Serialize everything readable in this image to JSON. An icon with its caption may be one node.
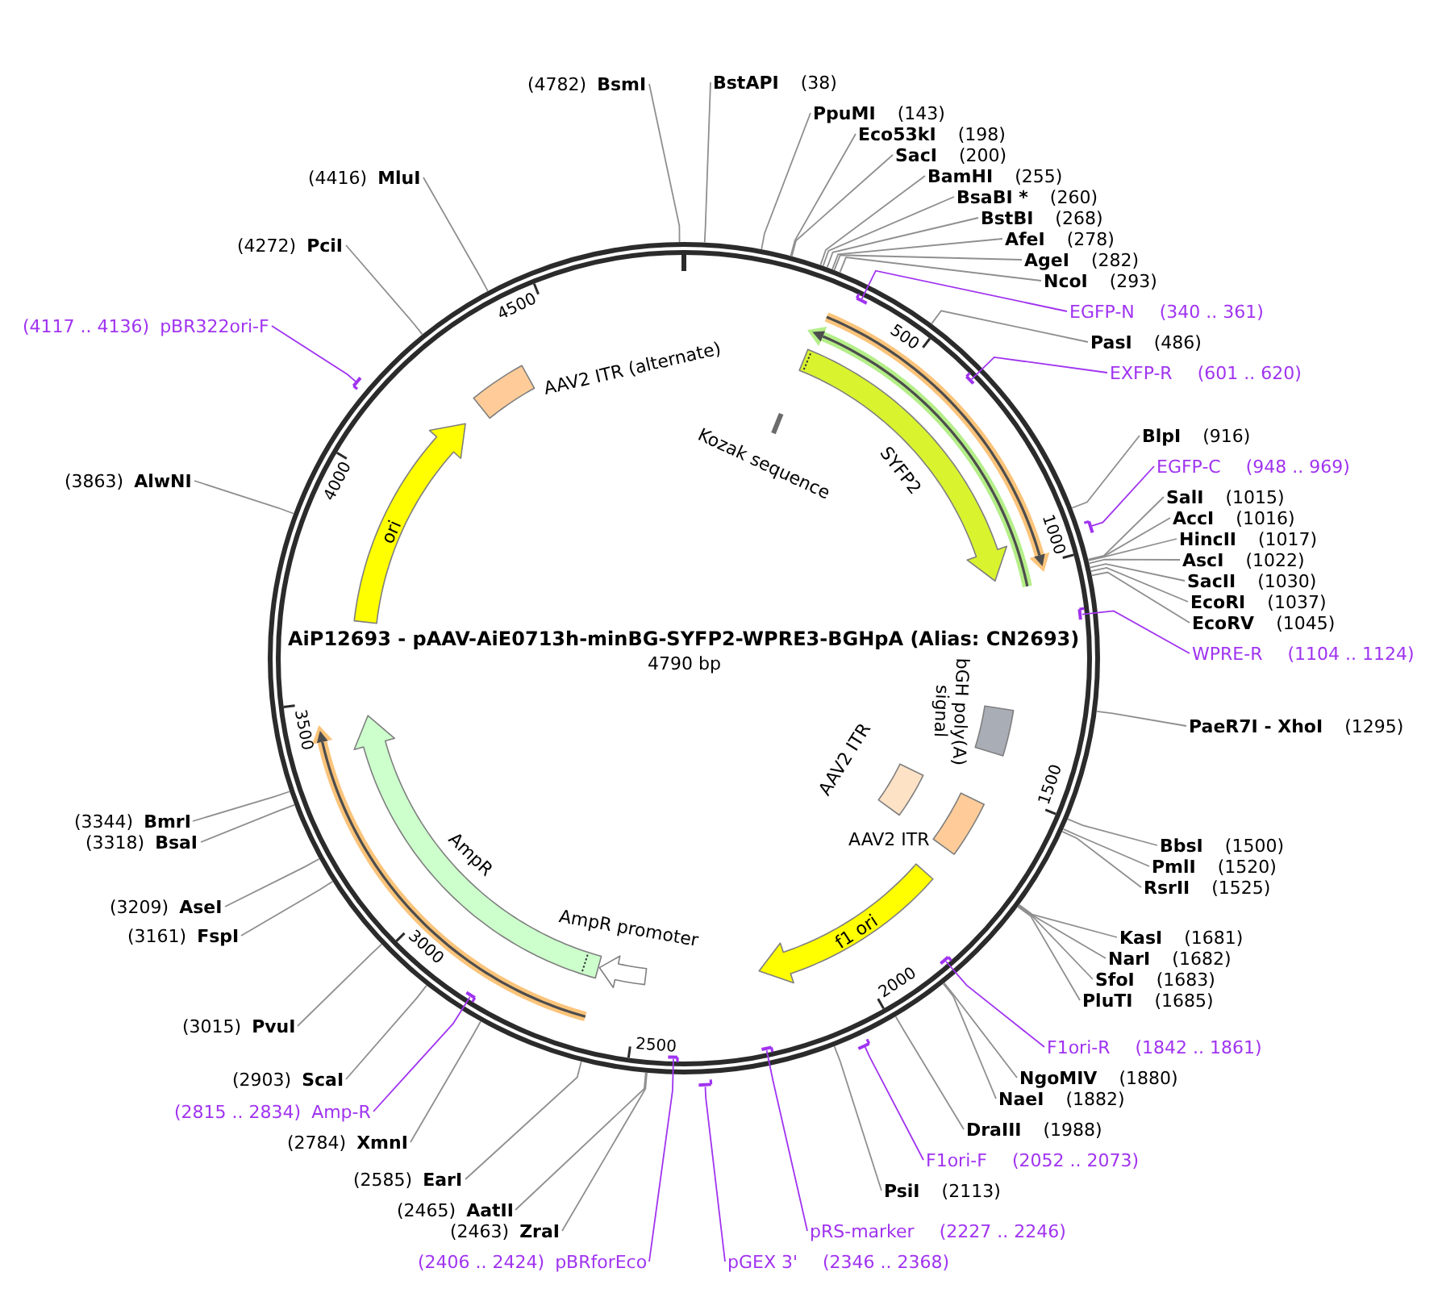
{
  "diagram": {
    "title": "AiP12693 - pAAV-AiE0713h-minBG-SYFP2-WPRE3-BGHpA (Alias: CN2693)",
    "nodes": [
      {
        "text": [],
        "shape": "circle"
      },
      {
        "text": [
          "Kozak sequence"
        ],
        "in": 0
      },
      {
        "text": [
          "SYFP2"
        ],
        "in": 0
      },
      {
        "text": [
          "bGH poly(A) signal"
        ],
        "in": 0
      },
      {
        "text": [
          "AAV2 ITR"
        ],
        "in": 0
      },
      {
        "text": [
          "AAV2 ITR"
        ],
        "in": 0
      },
      {
        "text": [
          "f1 ori"
        ],
        "in": 0
      },
      {
        "text": [
          "AmpR promoter"
        ],
        "in": 0
      },
      {
        "text": [
          "AmpR"
        ],
        "in": 0
      },
      {
        "text": [
          "ori"
        ],
        "in": 0
      },
      {
        "text": [
          "AAV2 ITR (alternate)"
        ],
        "in": 0
      },
      {
        "text": [
          "BstAPI",
          "(38)"
        ]
      },
      {
        "text": [
          "PpuMI",
          "(143)"
        ]
      },
      {
        "text": [
          "Eco53kI",
          "(198)"
        ]
      },
      {
        "text": [
          "SacI",
          "(200)"
        ]
      },
      {
        "text": [
          "BamHI",
          "(255)"
        ]
      },
      {
        "text": [
          "BsaBI *",
          "(260)"
        ]
      },
      {
        "text": [
          "BstBI",
          "(268)"
        ]
      },
      {
        "text": [
          "AfeI",
          "(278)"
        ]
      },
      {
        "text": [
          "AgeI",
          "(282)"
        ]
      },
      {
        "text": [
          "NcoI",
          "(293)"
        ]
      },
      {
        "text": [
          "EGFP-N",
          "(340 .. 361)"
        ]
      },
      {
        "text": [
          "PasI",
          "(486)"
        ]
      },
      {
        "text": [
          "EXFP-R",
          "(601 .. 620)"
        ]
      },
      {
        "text": [
          "BlpI",
          "(916)"
        ]
      },
      {
        "text": [
          "EGFP-C",
          "(948 .. 969)"
        ]
      },
      {
        "text": [
          "SalI",
          "(1015)"
        ]
      },
      {
        "text": [
          "AccI",
          "(1016)"
        ]
      },
      {
        "text": [
          "HincII",
          "(1017)"
        ]
      },
      {
        "text": [
          "AscI",
          "(1022)"
        ]
      },
      {
        "text": [
          "SacII",
          "(1030)"
        ]
      },
      {
        "text": [
          "EcoRI",
          "(1037)"
        ]
      },
      {
        "text": [
          "EcoRV",
          "(1045)"
        ]
      },
      {
        "text": [
          "WPRE-R",
          "(1104 .. 1124)"
        ]
      },
      {
        "text": [
          "PaeR7I - XhoI",
          "(1295)"
        ]
      },
      {
        "text": [
          "BbsI",
          "(1500)"
        ]
      },
      {
        "text": [
          "PmlI",
          "(1520)"
        ]
      },
      {
        "text": [
          "RsrII",
          "(1525)"
        ]
      },
      {
        "text": [
          "KasI",
          "(1681)"
        ]
      },
      {
        "text": [
          "NarI",
          "(1682)"
        ]
      },
      {
        "text": [
          "SfoI",
          "(1683)"
        ]
      },
      {
        "text": [
          "PluTI",
          "(1685)"
        ]
      },
      {
        "text": [
          "F1ori-R",
          "(1842 .. 1861)"
        ]
      },
      {
        "text": [
          "NgoMIV",
          "(1880)"
        ]
      },
      {
        "text": [
          "NaeI",
          "(1882)"
        ]
      },
      {
        "text": [
          "DraIII",
          "(1988)"
        ]
      },
      {
        "text": [
          "F1ori-F",
          "(2052 .. 2073)"
        ]
      },
      {
        "text": [
          "PsiI",
          "(2113)"
        ]
      },
      {
        "text": [
          "pRS-marker",
          "(2227 .. 2246)"
        ]
      },
      {
        "text": [
          "pGEX 3'",
          "(2346 .. 2368)"
        ]
      },
      {
        "text": [
          "(2406 .. 2424)",
          "pBRforEco"
        ]
      },
      {
        "text": [
          "(2463)",
          "ZraI"
        ]
      },
      {
        "text": [
          "(2465)",
          "AatII"
        ]
      },
      {
        "text": [
          "(2585)",
          "EarI"
        ]
      },
      {
        "text": [
          "(2784)",
          "XmnI"
        ]
      },
      {
        "text": [
          "(2815 .. 2834)",
          "Amp-R"
        ]
      },
      {
        "text": [
          "(2903)",
          "ScaI"
        ]
      },
      {
        "text": [
          "(3015)",
          "PvuI"
        ]
      },
      {
        "text": [
          "(3161)",
          "FspI"
        ]
      },
      {
        "text": [
          "(3209)",
          "AseI"
        ]
      },
      {
        "text": [
          "(3318)",
          "BsaI"
        ]
      },
      {
        "text": [
          "(3344)",
          "BmrI"
        ]
      },
      {
        "text": [
          "(3863)",
          "AlwNI"
        ]
      },
      {
        "text": [
          "(4117 .. 4136)",
          "pBR322ori-F"
        ]
      },
      {
        "text": [
          "(4272)",
          "PciI"
        ]
      },
      {
        "text": [
          "(4416)",
          "MluI"
        ]
      },
      {
        "text": [
          "(4782)",
          "BsmI"
        ]
      },
      {
        "text": [],
        "shape": "bar",
        "in": 0
      },
      {
        "text": [],
        "shape": "bar",
        "in": 0
      },
      {
        "text": [],
        "shape": "bar",
        "in": 0
      },
      {
        "text": [],
        "shape": "bar",
        "in": 0
      },
      {
        "text": [],
        "shape": "bar",
        "in": 0
      },
      {
        "text": [],
        "shape": "bar",
        "in": 0
      },
      {
        "text": [],
        "shape": "bar",
        "in": 0
      },
      {
        "text": [],
        "shape": "bar"
      },
      {
        "text": [],
        "shape": "bar",
        "in": 0
      },
      {
        "text": [],
        "shape": "bar",
        "in": 0
      },
      {
        "text": [],
        "shape": "bar",
        "in": 0
      }
    ],
    "edges": [
      {
        "from": 11,
        "to": 0,
        "arrow": "none"
      },
      {
        "from": 12,
        "to": 0,
        "arrow": "none"
      },
      {
        "from": 13,
        "to": 0,
        "arrow": "none"
      },
      {
        "from": 14,
        "to": 0,
        "arrow": "none"
      },
      {
        "from": 15,
        "to": 0,
        "arrow": "none"
      },
      {
        "from": 16,
        "to": 0,
        "arrow": "none"
      },
      {
        "from": 17,
        "to": 0,
        "arrow": "none"
      },
      {
        "from": 18,
        "to": 0,
        "arrow": "none"
      },
      {
        "from": 19,
        "to": 0,
        "arrow": "none"
      },
      {
        "from": 20,
        "to": 0,
        "arrow": "none"
      },
      {
        "from": 21,
        "to": 67,
        "arrow": "none",
        "color": "#a033f0"
      },
      {
        "from": 22,
        "to": 0,
        "arrow": "none"
      },
      {
        "from": 23,
        "to": 68,
        "arrow": "none",
        "color": "#a033f0"
      },
      {
        "from": 24,
        "to": 0,
        "arrow": "none"
      },
      {
        "from": 25,
        "to": 69,
        "arrow": "none",
        "color": "#a033f0"
      },
      {
        "from": 26,
        "to": 0,
        "arrow": "none"
      },
      {
        "from": 27,
        "to": 0,
        "arrow": "none"
      },
      {
        "from": 28,
        "to": 0,
        "arrow": "none"
      },
      {
        "from": 29,
        "to": 0,
        "arrow": "none"
      },
      {
        "from": 30,
        "to": 0,
        "arrow": "none"
      },
      {
        "from": 31,
        "to": 0,
        "arrow": "none"
      },
      {
        "from": 32,
        "to": 0,
        "arrow": "none"
      },
      {
        "from": 33,
        "to": 70,
        "arrow": "none",
        "color": "#a033f0"
      },
      {
        "from": 34,
        "to": 0,
        "arrow": "none"
      },
      {
        "from": 35,
        "to": 0,
        "arrow": "none"
      },
      {
        "from": 36,
        "to": 0,
        "arrow": "none"
      },
      {
        "from": 37,
        "to": 0,
        "arrow": "none"
      },
      {
        "from": 38,
        "to": 0,
        "arrow": "none"
      },
      {
        "from": 39,
        "to": 0,
        "arrow": "none"
      },
      {
        "from": 40,
        "to": 0,
        "arrow": "none"
      },
      {
        "from": 41,
        "to": 0,
        "arrow": "none"
      },
      {
        "from": 42,
        "to": 71,
        "arrow": "none",
        "color": "#a033f0"
      },
      {
        "from": 43,
        "to": 0,
        "arrow": "none"
      },
      {
        "from": 44,
        "to": 0,
        "arrow": "none"
      },
      {
        "from": 45,
        "to": 0,
        "arrow": "none"
      },
      {
        "from": 46,
        "to": 72,
        "arrow": "none",
        "color": "#a033f0"
      },
      {
        "from": 47,
        "to": 0,
        "arrow": "none"
      },
      {
        "from": 48,
        "to": 73,
        "arrow": "none",
        "color": "#a033f0"
      },
      {
        "from": 49,
        "to": 74,
        "arrow": "none",
        "color": "#a033f0"
      },
      {
        "from": 50,
        "to": 75,
        "arrow": "none",
        "color": "#a033f0"
      },
      {
        "from": 51,
        "to": 0,
        "arrow": "none"
      },
      {
        "from": 52,
        "to": 0,
        "arrow": "none"
      },
      {
        "from": 53,
        "to": 0,
        "arrow": "none"
      },
      {
        "from": 54,
        "to": 0,
        "arrow": "none"
      },
      {
        "from": 55,
        "to": 76,
        "arrow": "none",
        "color": "#a033f0"
      },
      {
        "from": 56,
        "to": 0,
        "arrow": "none"
      },
      {
        "from": 57,
        "to": 0,
        "arrow": "none"
      },
      {
        "from": 58,
        "to": 0,
        "arrow": "none"
      },
      {
        "from": 59,
        "to": 0,
        "arrow": "none"
      },
      {
        "from": 60,
        "to": 0,
        "arrow": "none"
      },
      {
        "from": 61,
        "to": 0,
        "arrow": "none"
      },
      {
        "from": 62,
        "to": 0,
        "arrow": "none"
      },
      {
        "from": 63,
        "to": 77,
        "arrow": "none",
        "color": "#a033f0"
      },
      {
        "from": 64,
        "to": 0,
        "arrow": "none"
      },
      {
        "from": 65,
        "to": 0,
        "arrow": "none"
      },
      {
        "from": 66,
        "to": 0,
        "arrow": "none"
      }
    ],
    "labels": [
      "4790 bp",
      "500",
      "1000",
      "1500",
      "2000",
      "2500",
      "3000",
      "3500",
      "4000",
      "4500"
    ]
  }
}
